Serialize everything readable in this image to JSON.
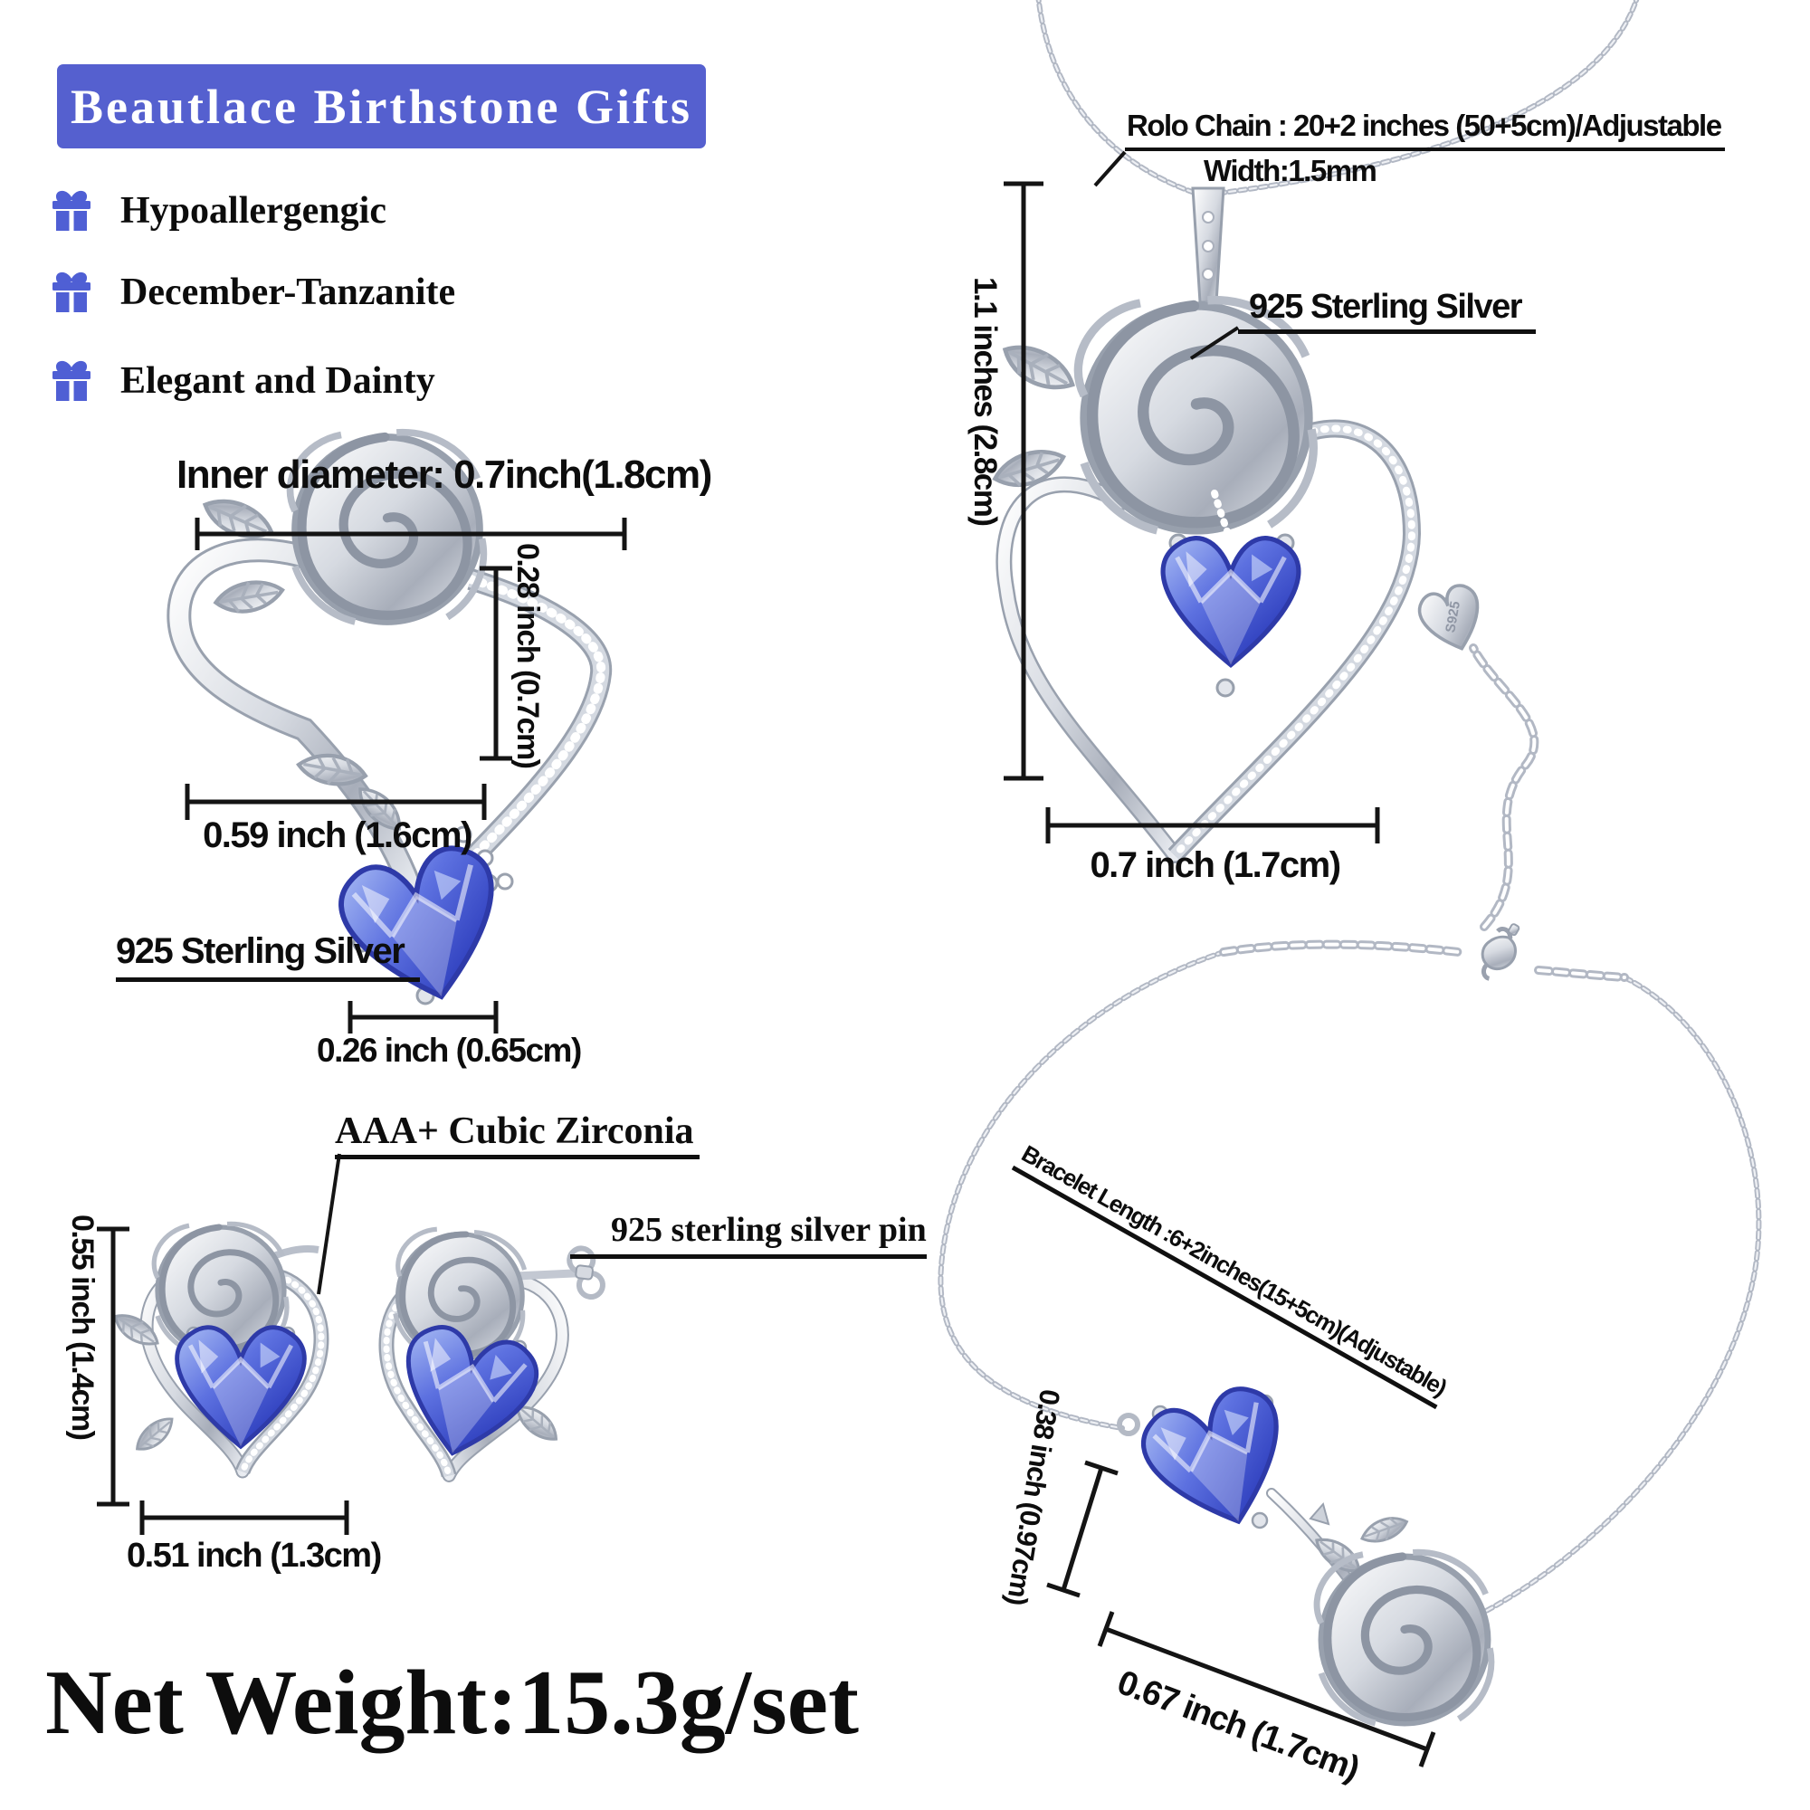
{
  "banner": {
    "title": "Beautlace Birthstone Gifts"
  },
  "features": [
    {
      "label": "Hypoallergengic"
    },
    {
      "label": "December-Tanzanite"
    },
    {
      "label": "Elegant and Dainty"
    }
  ],
  "ring": {
    "heading": "Inner diameter: 0.7inch(1.8cm)",
    "setting_height_label": "0.28 inch (0.7cm)",
    "band_width_label": "0.59 inch (1.6cm)",
    "material_label": "925 Sterling Silver",
    "gem_width_label": "0.26 inch (0.65cm)"
  },
  "earrings": {
    "cz_label": "AAA+ Cubic Zirconia",
    "pin_label": "925 sterling silver pin",
    "height_label": "0.55 inch (1.4cm)",
    "width_label": "0.51 inch (1.3cm)"
  },
  "necklace": {
    "chain_label": "Rolo Chain : 20+2 inches (50+5cm)/Adjustable",
    "chain_width_label": "Width:1.5mm",
    "material_label": "925 Sterling Silver",
    "pendant_height_label": "1.1 inches (2.8cm)",
    "pendant_width_label": "0.7 inch (1.7cm)"
  },
  "bracelet": {
    "length_label": "Bracelet Length :6+2inches(15+5cm)(Adjustable)",
    "gem_height_label": "0.38 inch (0.97cm)",
    "gem_width_label": "0.67 inch (1.7cm)",
    "tag_text": "S925"
  },
  "footer": {
    "net_weight": "Net Weight:15.3g/set"
  },
  "colors": {
    "banner_blue": "#5560cf",
    "icon_blue": "#4f5fd4",
    "gem_blue": "#4a5cd0",
    "silver": "#c9ced6",
    "line_black": "#141414"
  }
}
